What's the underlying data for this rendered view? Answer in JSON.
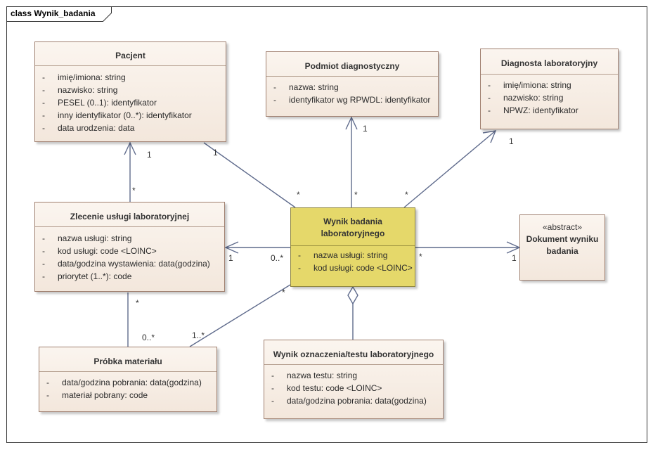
{
  "diagram_title": "class Wynik_badania",
  "classes": {
    "pacjent": {
      "name": "Pacjent",
      "attributes": [
        {
          "vis": "-",
          "text": "imię/imiona: string"
        },
        {
          "vis": "-",
          "text": "nazwisko: string"
        },
        {
          "vis": "-",
          "text": "PESEL (0..1): identyfikator"
        },
        {
          "vis": "-",
          "text": "inny identyfikator (0..*): identyfikator"
        },
        {
          "vis": "-",
          "text": "data urodzenia: data"
        }
      ]
    },
    "podmiot": {
      "name": "Podmiot diagnostyczny",
      "attributes": [
        {
          "vis": "-",
          "text": "nazwa: string"
        },
        {
          "vis": "-",
          "text": "identyfikator wg RPWDL: identyfikator"
        }
      ]
    },
    "diagnosta": {
      "name": "Diagnosta laboratoryjny",
      "attributes": [
        {
          "vis": "-",
          "text": "imię/imiona: string"
        },
        {
          "vis": "-",
          "text": "nazwisko: string"
        },
        {
          "vis": "-",
          "text": "NPWZ: identyfikator"
        }
      ]
    },
    "zlecenie": {
      "name": "Zlecenie usługi laboratoryjnej",
      "attributes": [
        {
          "vis": "-",
          "text": "nazwa usługi: string"
        },
        {
          "vis": "-",
          "text": "kod usługi: code <LOINC>"
        },
        {
          "vis": "-",
          "text": "data/godzina wystawienia: data(godzina)"
        },
        {
          "vis": "-",
          "text": "priorytet (1..*): code"
        }
      ]
    },
    "wynik": {
      "name_line1": "Wynik badania",
      "name_line2": "laboratoryjnego",
      "attributes": [
        {
          "vis": "-",
          "text": "nazwa usługi: string"
        },
        {
          "vis": "-",
          "text": "kod usługi: code <LOINC>"
        }
      ]
    },
    "dokument": {
      "stereotype": "«abstract»",
      "name_line1": "Dokument wyniku",
      "name_line2": "badania"
    },
    "probka": {
      "name": "Próbka materiału",
      "attributes": [
        {
          "vis": "-",
          "text": "data/godzina pobrania: data(godzina)"
        },
        {
          "vis": "-",
          "text": "materiał pobrany: code"
        }
      ]
    },
    "oznaczenie": {
      "name": "Wynik oznaczenia/testu laboratoryjnego",
      "attributes": [
        {
          "vis": "-",
          "text": "nazwa testu: string"
        },
        {
          "vis": "-",
          "text": "kod testu: code <LOINC>"
        },
        {
          "vis": "-",
          "text": "data/godzina pobrania: data(godzina)"
        }
      ]
    }
  },
  "multiplicities": {
    "pacjent_zlecenie_top": "1",
    "pacjent_zlecenie_bottom": "*",
    "pacjent_wynik_top": "1",
    "pacjent_wynik_bottom": "*",
    "podmiot_top": "1",
    "podmiot_bottom": "*",
    "diagnosta_top": "1",
    "diagnosta_bottom": "*",
    "zlecenie_wynik_left": "1",
    "zlecenie_wynik_right": "0..*",
    "dokument_left": "*",
    "dokument_right": "1",
    "zlecenie_probka_top": "*",
    "zlecenie_probka_bottom": "0..*",
    "probka_wynik_bottom": "1..*",
    "probka_wynik_top": "*"
  }
}
